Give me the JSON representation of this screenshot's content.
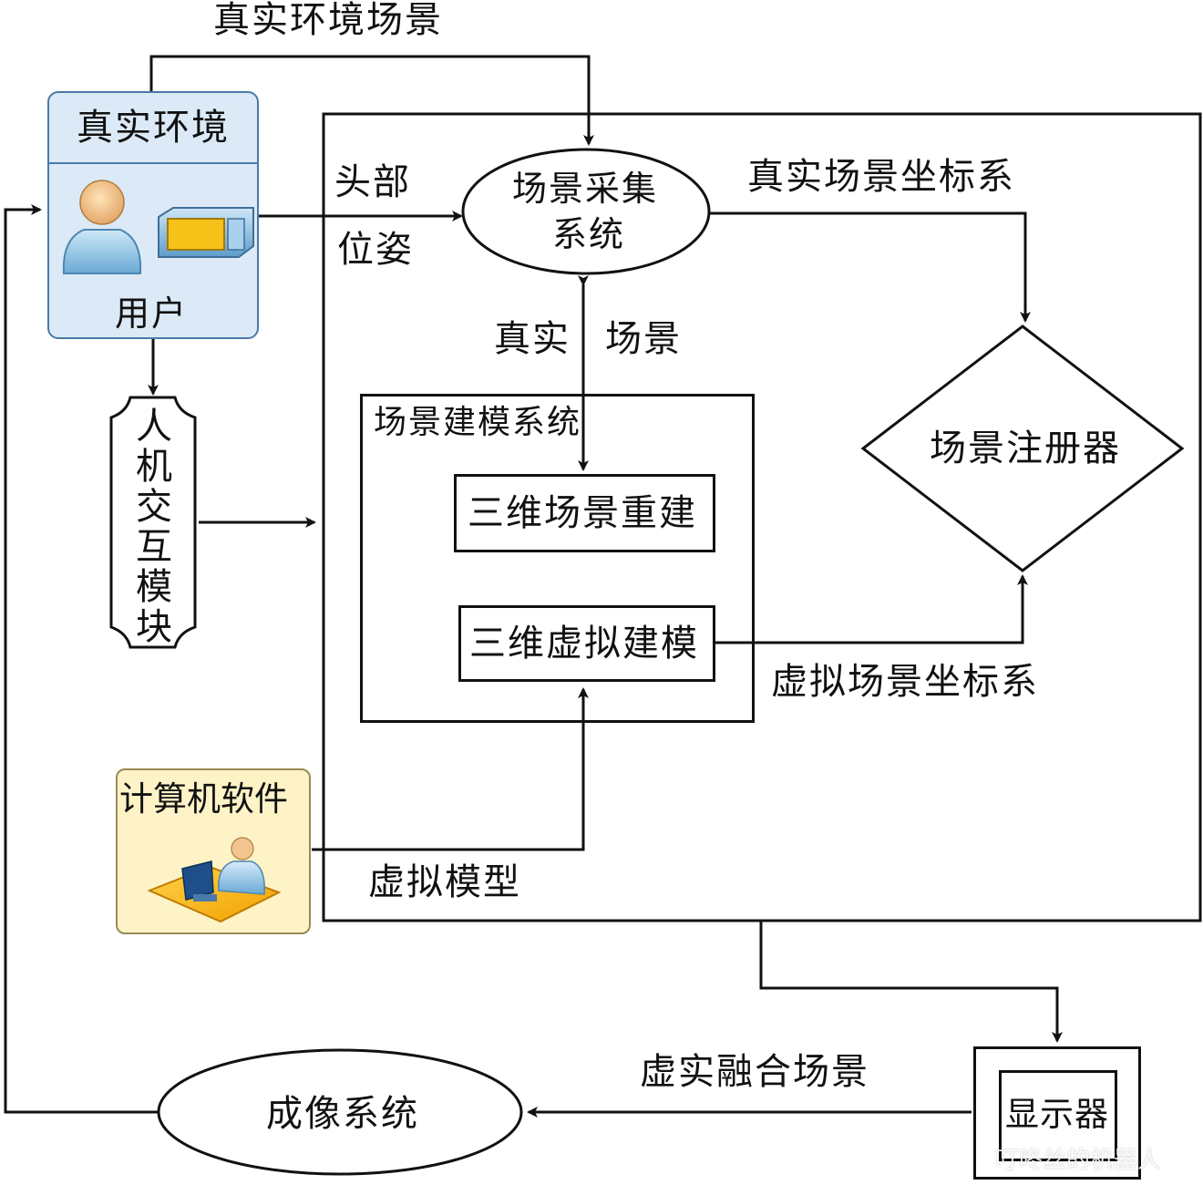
{
  "labels": {
    "real_env_scene": "真实环境场景",
    "real_env": "真实环境",
    "user": "用户",
    "head": "头部",
    "pose": "位姿",
    "scene_capture_l1": "场景采集",
    "scene_capture_l2": "系统",
    "real_scene_coord": "真实场景坐标系",
    "real": "真实",
    "scene": "场景",
    "scene_modeling": "场景建模系统",
    "reconstruction_3d": "三维场景重建",
    "virtual_modeling_3d": "三维虚拟建模",
    "scene_registrar": "场景注册器",
    "virtual_scene_coord": "虚拟场景坐标系",
    "hci_module": "人机交互模块",
    "computer_software": "计算机软件",
    "virtual_model": "虚拟模型",
    "display": "显示器",
    "fusion_scene": "虚实融合场景",
    "imaging_system": "成像系统",
    "watermark": "叮咚丝的机器人"
  },
  "colors": {
    "line": "#111111",
    "real_env_panel": "#dbeaf6",
    "real_env_border": "#4a7aa8",
    "software_panel": "#fdf3c6",
    "software_border": "#9a8a55"
  },
  "icons": [
    "user-person-icon",
    "head-mounted-display-icon",
    "computer-user-icon"
  ]
}
